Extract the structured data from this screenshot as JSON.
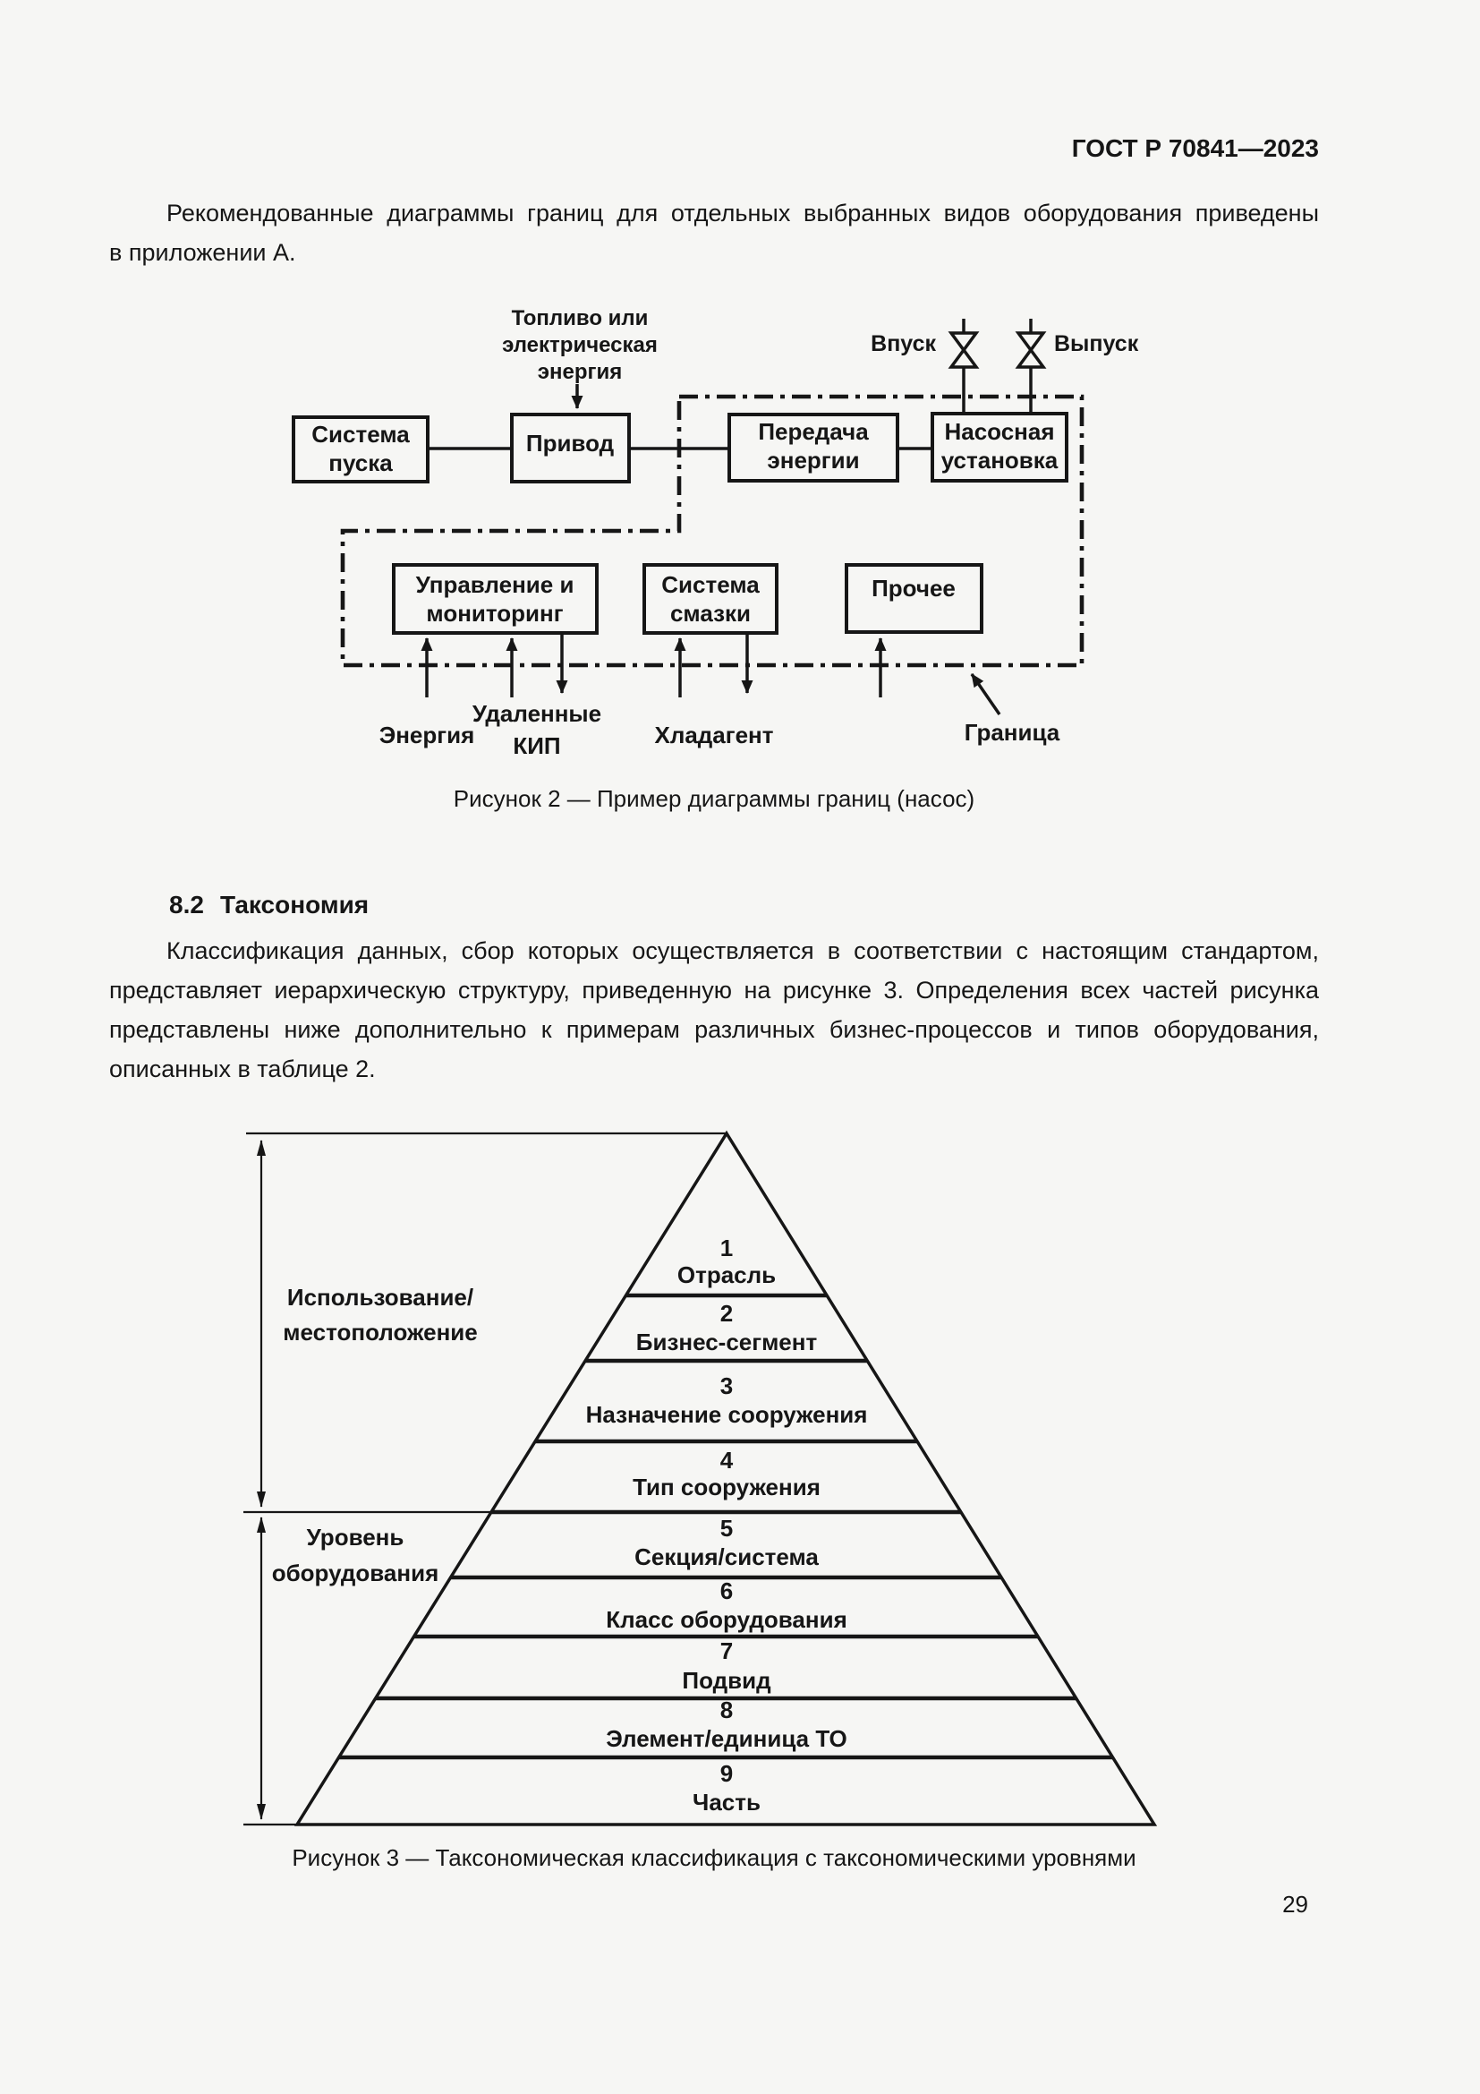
{
  "page": {
    "header": "ГОСТ Р 70841—2023",
    "number": "29"
  },
  "colors": {
    "ink": "#161616",
    "paper": "#f6f6f4"
  },
  "intro": {
    "lines": [
      "Рекомендованные диаграммы границ для отдельных выбранных видов оборудования приведены",
      "в приложении А."
    ]
  },
  "section": {
    "number": "8.2",
    "title": "Таксономия",
    "lines": [
      "Классификация данных, сбор которых осуществляется в соответствии с настоящим стандартом,",
      "представляет иерархическую структуру, приведенную на рисунке 3. Определения всех частей рисунка",
      "представлены ниже дополнительно к примерам различных бизнес-процессов и типов оборудования,",
      "описанных в таблице 2."
    ]
  },
  "figure2": {
    "caption": "Рисунок 2 — Пример диаграммы границ (насос)",
    "fuel_line1": "Топливо или",
    "fuel_line2": "электрическая",
    "fuel_line3": "энергия",
    "inlet": "Впуск",
    "outlet": "Выпуск",
    "start_system_line1": "Система",
    "start_system_line2": "пуска",
    "drive": "Привод",
    "transmission_line1": "Передача",
    "transmission_line2": "энергии",
    "pump_line1": "Насосная",
    "pump_line2": "установка",
    "control_line1": "Управление и",
    "control_line2": "мониторинг",
    "lube_line1": "Система",
    "lube_line2": "смазки",
    "other": "Прочее",
    "energy": "Энергия",
    "remote_line1": "Удаленные",
    "remote_line2": "КИП",
    "coolant": "Хладагент",
    "boundary": "Граница"
  },
  "figure3": {
    "caption": "Рисунок 3 — Таксономическая классификация с таксономическими уровнями",
    "use_location_line1": "Использование/",
    "use_location_line2": "местоположение",
    "equipment_level_line1": "Уровень",
    "equipment_level_line2": "оборудования",
    "levels": [
      {
        "num": "1",
        "name": "Отрасль"
      },
      {
        "num": "2",
        "name": "Бизнес-сегмент"
      },
      {
        "num": "3",
        "name": "Назначение сооружения"
      },
      {
        "num": "4",
        "name": "Тип сооружения"
      },
      {
        "num": "5",
        "name": "Секция/система"
      },
      {
        "num": "6",
        "name": "Класс оборудования"
      },
      {
        "num": "7",
        "name": "Подвид"
      },
      {
        "num": "8",
        "name": "Элемент/единица ТО"
      },
      {
        "num": "9",
        "name": "Часть"
      }
    ]
  }
}
